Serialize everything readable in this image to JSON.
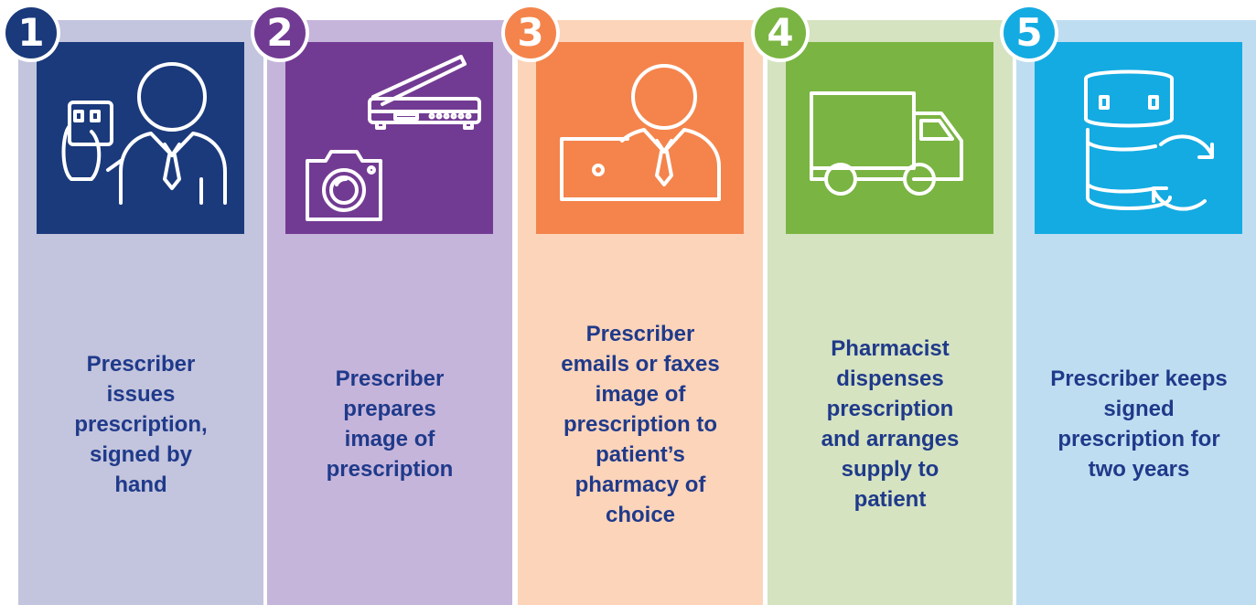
{
  "steps": [
    {
      "number": "1",
      "icon": "prescriber-with-pill-bottle-icon",
      "text": "Prescriber issues prescription, signed by hand",
      "column_bg": "#C3C4DD",
      "accent": "#1B3A7C"
    },
    {
      "number": "2",
      "icon": "scanner-and-camera-icon",
      "text": "Prescriber prepares image of prescription",
      "column_bg": "#C6B5DB",
      "accent": "#723B93"
    },
    {
      "number": "3",
      "icon": "prescriber-with-laptop-icon",
      "text": "Prescriber emails or faxes image of prescription to patient’s pharmacy of choice",
      "column_bg": "#FCD4BA",
      "accent": "#F4844C"
    },
    {
      "number": "4",
      "icon": "delivery-truck-icon",
      "text": "Pharmacist dispenses prescription and arranges supply to patient",
      "column_bg": "#D5E3C1",
      "accent": "#7AB442"
    },
    {
      "number": "5",
      "icon": "pill-bottle-refresh-icon",
      "text": "Prescriber keeps signed prescription for two years",
      "column_bg": "#BFDDF1",
      "accent": "#14ABE2"
    }
  ],
  "text_color": "#1F3A8A"
}
